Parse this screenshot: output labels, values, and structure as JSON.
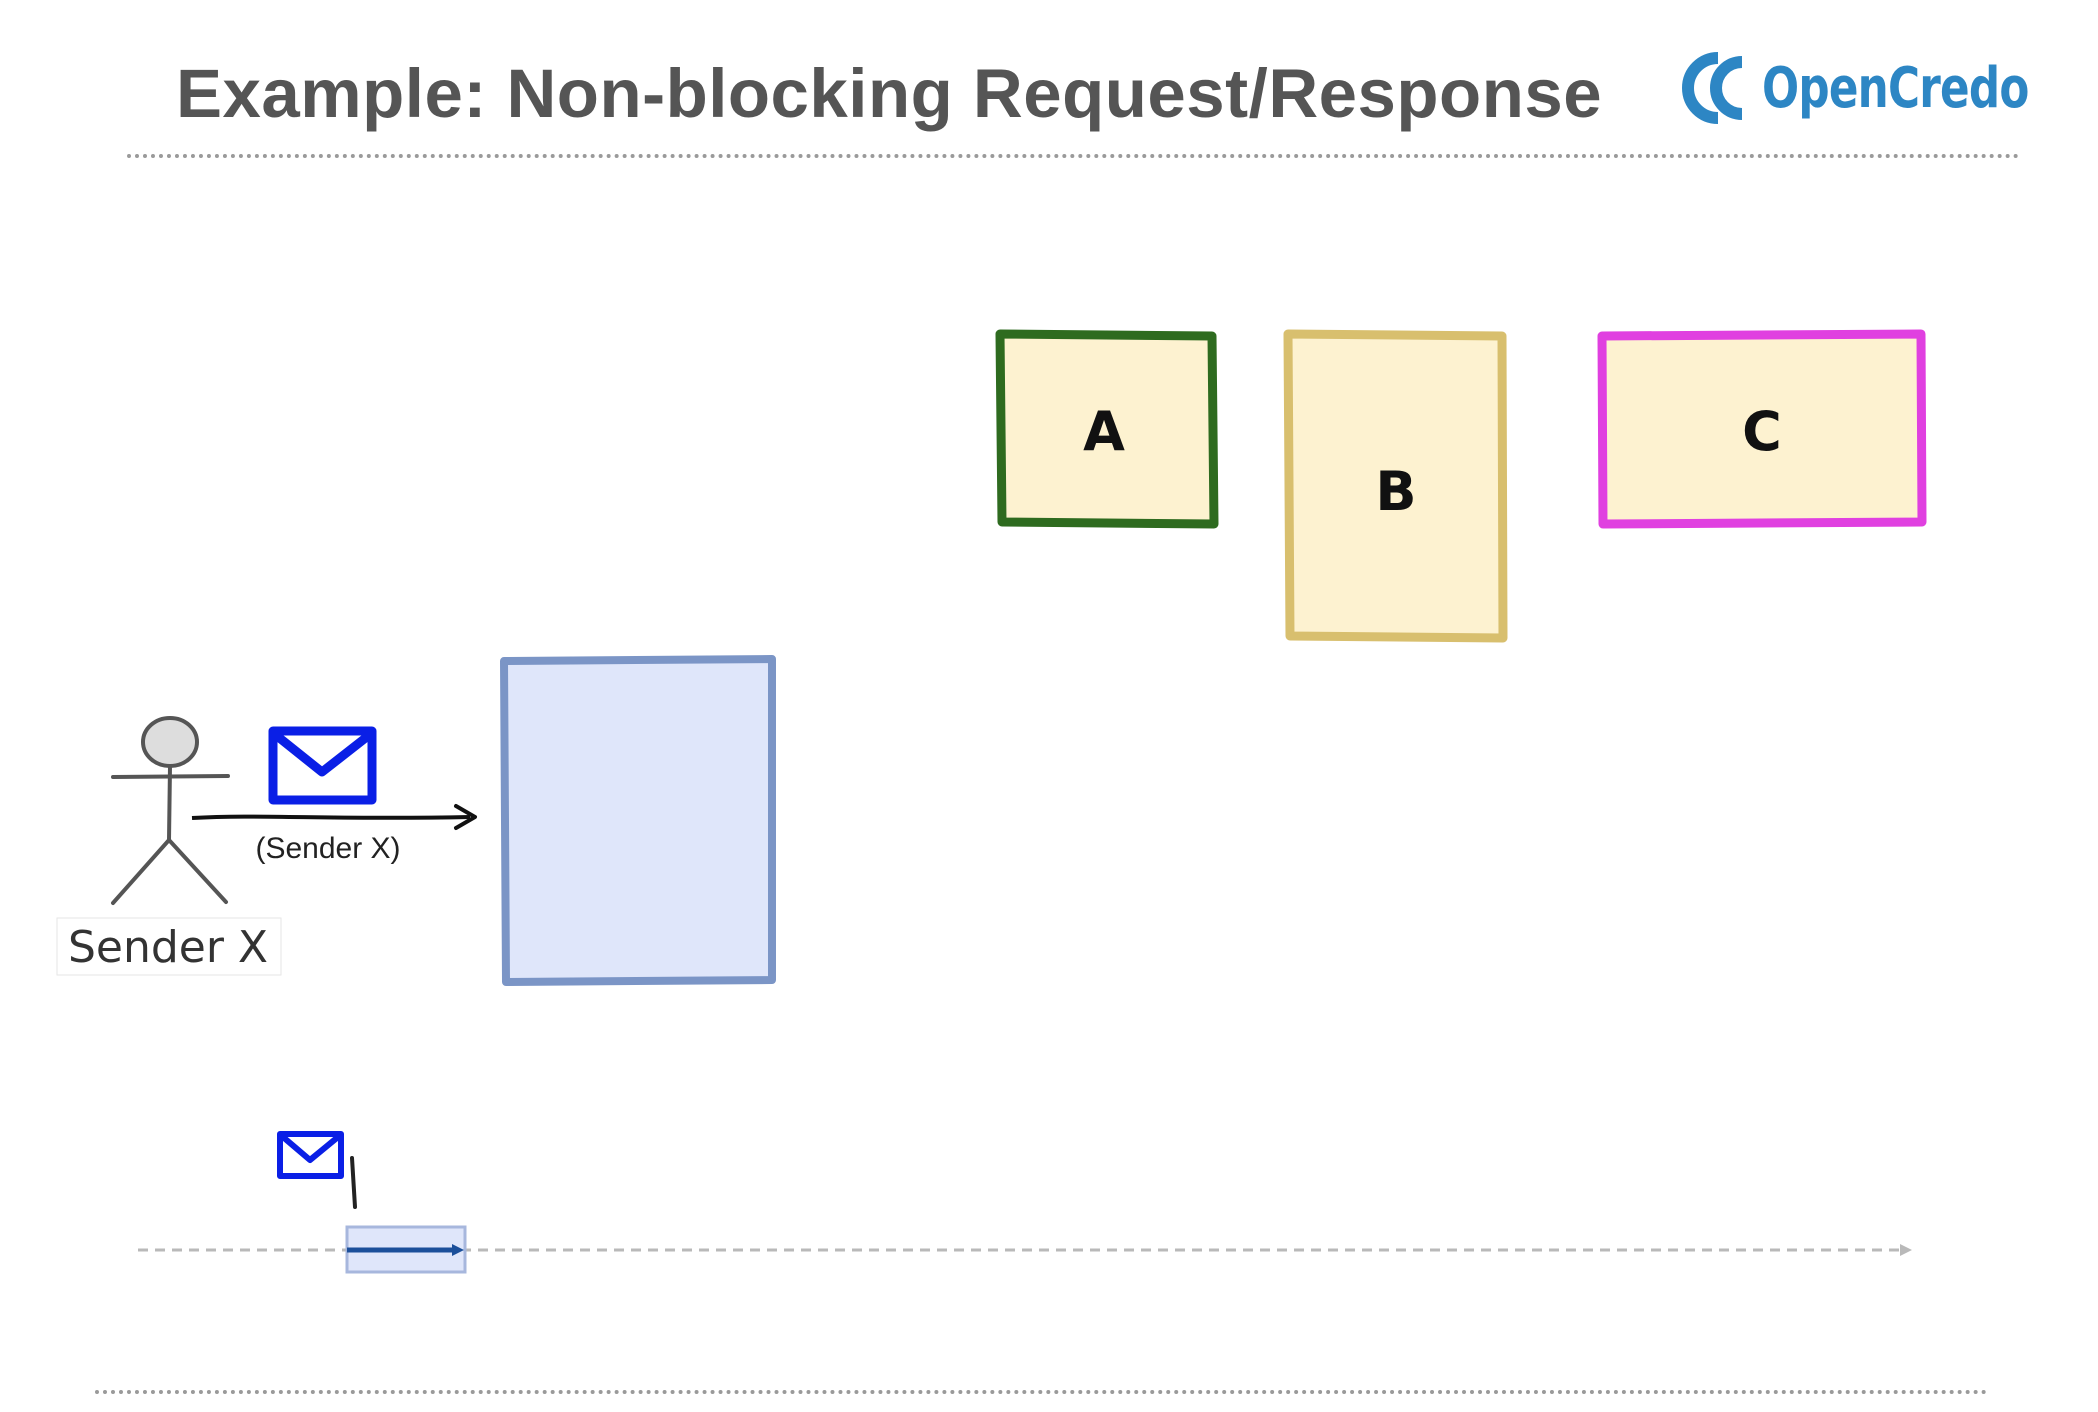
{
  "slide": {
    "title": "Example: Non-blocking Request/Response",
    "brand": "OpenCredo"
  },
  "diagram": {
    "boxes": [
      {
        "id": "box-a",
        "label": "A"
      },
      {
        "id": "box-b",
        "label": "B"
      },
      {
        "id": "box-c",
        "label": "C"
      },
      {
        "id": "receiver-box",
        "label": ""
      }
    ],
    "actor": {
      "label": "Sender X"
    },
    "message": {
      "label": "(Sender X)"
    }
  },
  "colors": {
    "title": "#555555",
    "brand": "#2d86c4",
    "box_fill": "#fdf2d0",
    "box_a_border": "#2e6b1f",
    "box_b_border": "#d8bf6e",
    "box_c_border": "#e040e0",
    "receiver_fill": "#dfe6fa",
    "receiver_border": "#7b95c6",
    "envelope": "#0a1fe6"
  }
}
